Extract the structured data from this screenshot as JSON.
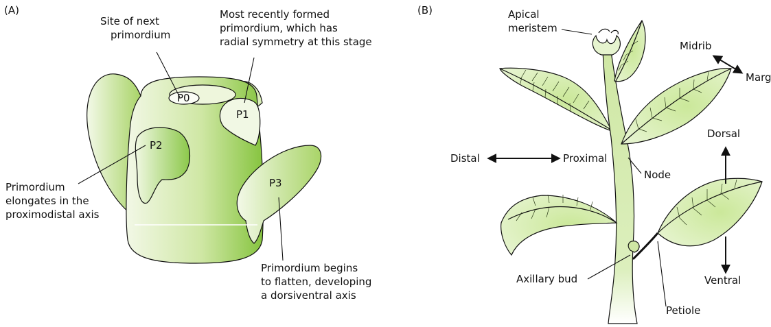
{
  "panel_a": {
    "label": "(A)",
    "next_site": [
      "Site of next",
      "primordium"
    ],
    "recent": [
      "Most recently formed",
      "primordium, which has",
      "radial symmetry at this stage"
    ],
    "elongates": [
      "Primordium",
      "elongates in the",
      "proximodistal axis"
    ],
    "flatten": [
      "Primordium begins",
      "to flatten, developing",
      "a dorsiventral axis"
    ],
    "p0": "P0",
    "p1": "P1",
    "p2": "P2",
    "p3": "P3"
  },
  "panel_b": {
    "label": "(B)",
    "apical": [
      "Apical",
      "meristem"
    ],
    "midrib": "Midrib",
    "margin": "Margin",
    "dorsal": "Dorsal",
    "distal": "Distal",
    "proximal": "Proximal",
    "node": "Node",
    "axillary": "Axillary bud",
    "ventral": "Ventral",
    "petiole": "Petiole"
  },
  "colors": {
    "fill_light": "#eef6dc",
    "fill_mid": "#b8dc7a",
    "fill_dark": "#7ec23a",
    "outline": "#111111"
  }
}
